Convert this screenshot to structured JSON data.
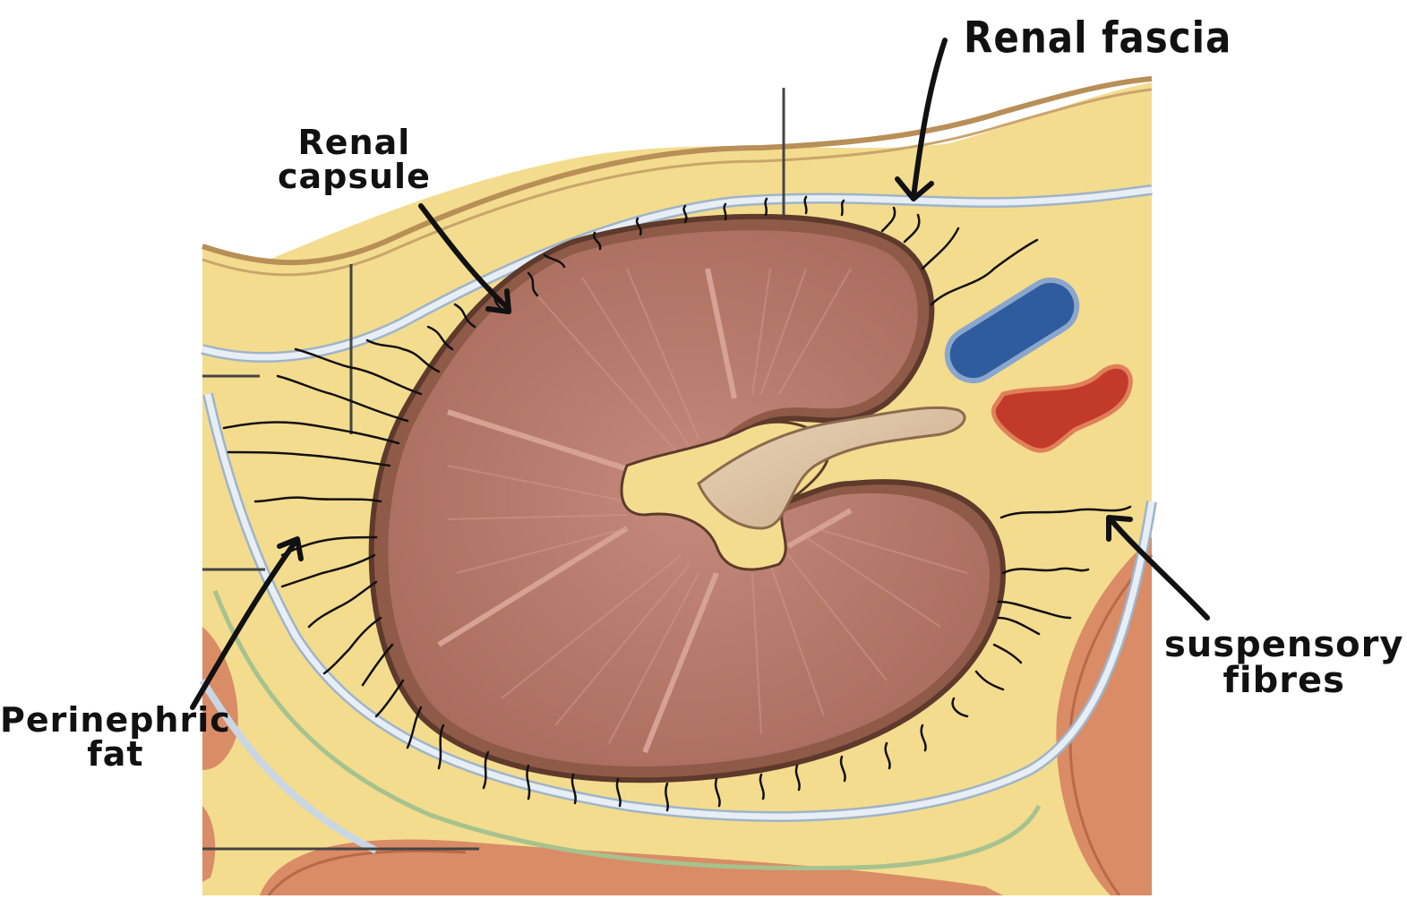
{
  "labels": {
    "renal_fascia": "Renal fascia",
    "renal_capsule_line1": "Renal",
    "renal_capsule_line2": "capsule",
    "suspensory_fibres_line1": "suspensory",
    "suspensory_fibres_line2": "fibres",
    "perinephric_fat_line1": "Perinephric",
    "perinephric_fat_line2": "fat"
  },
  "colors": {
    "background": "#ffffff",
    "fat": "#f3dc8e",
    "fascia": "#c9d3df",
    "kidney_outer": "#a06a57",
    "kidney_lobe": "#b4776a",
    "muscle": "#d98c66",
    "vein": "#2f5c9e",
    "artery": "#c23a2a",
    "ink": "#111111"
  }
}
